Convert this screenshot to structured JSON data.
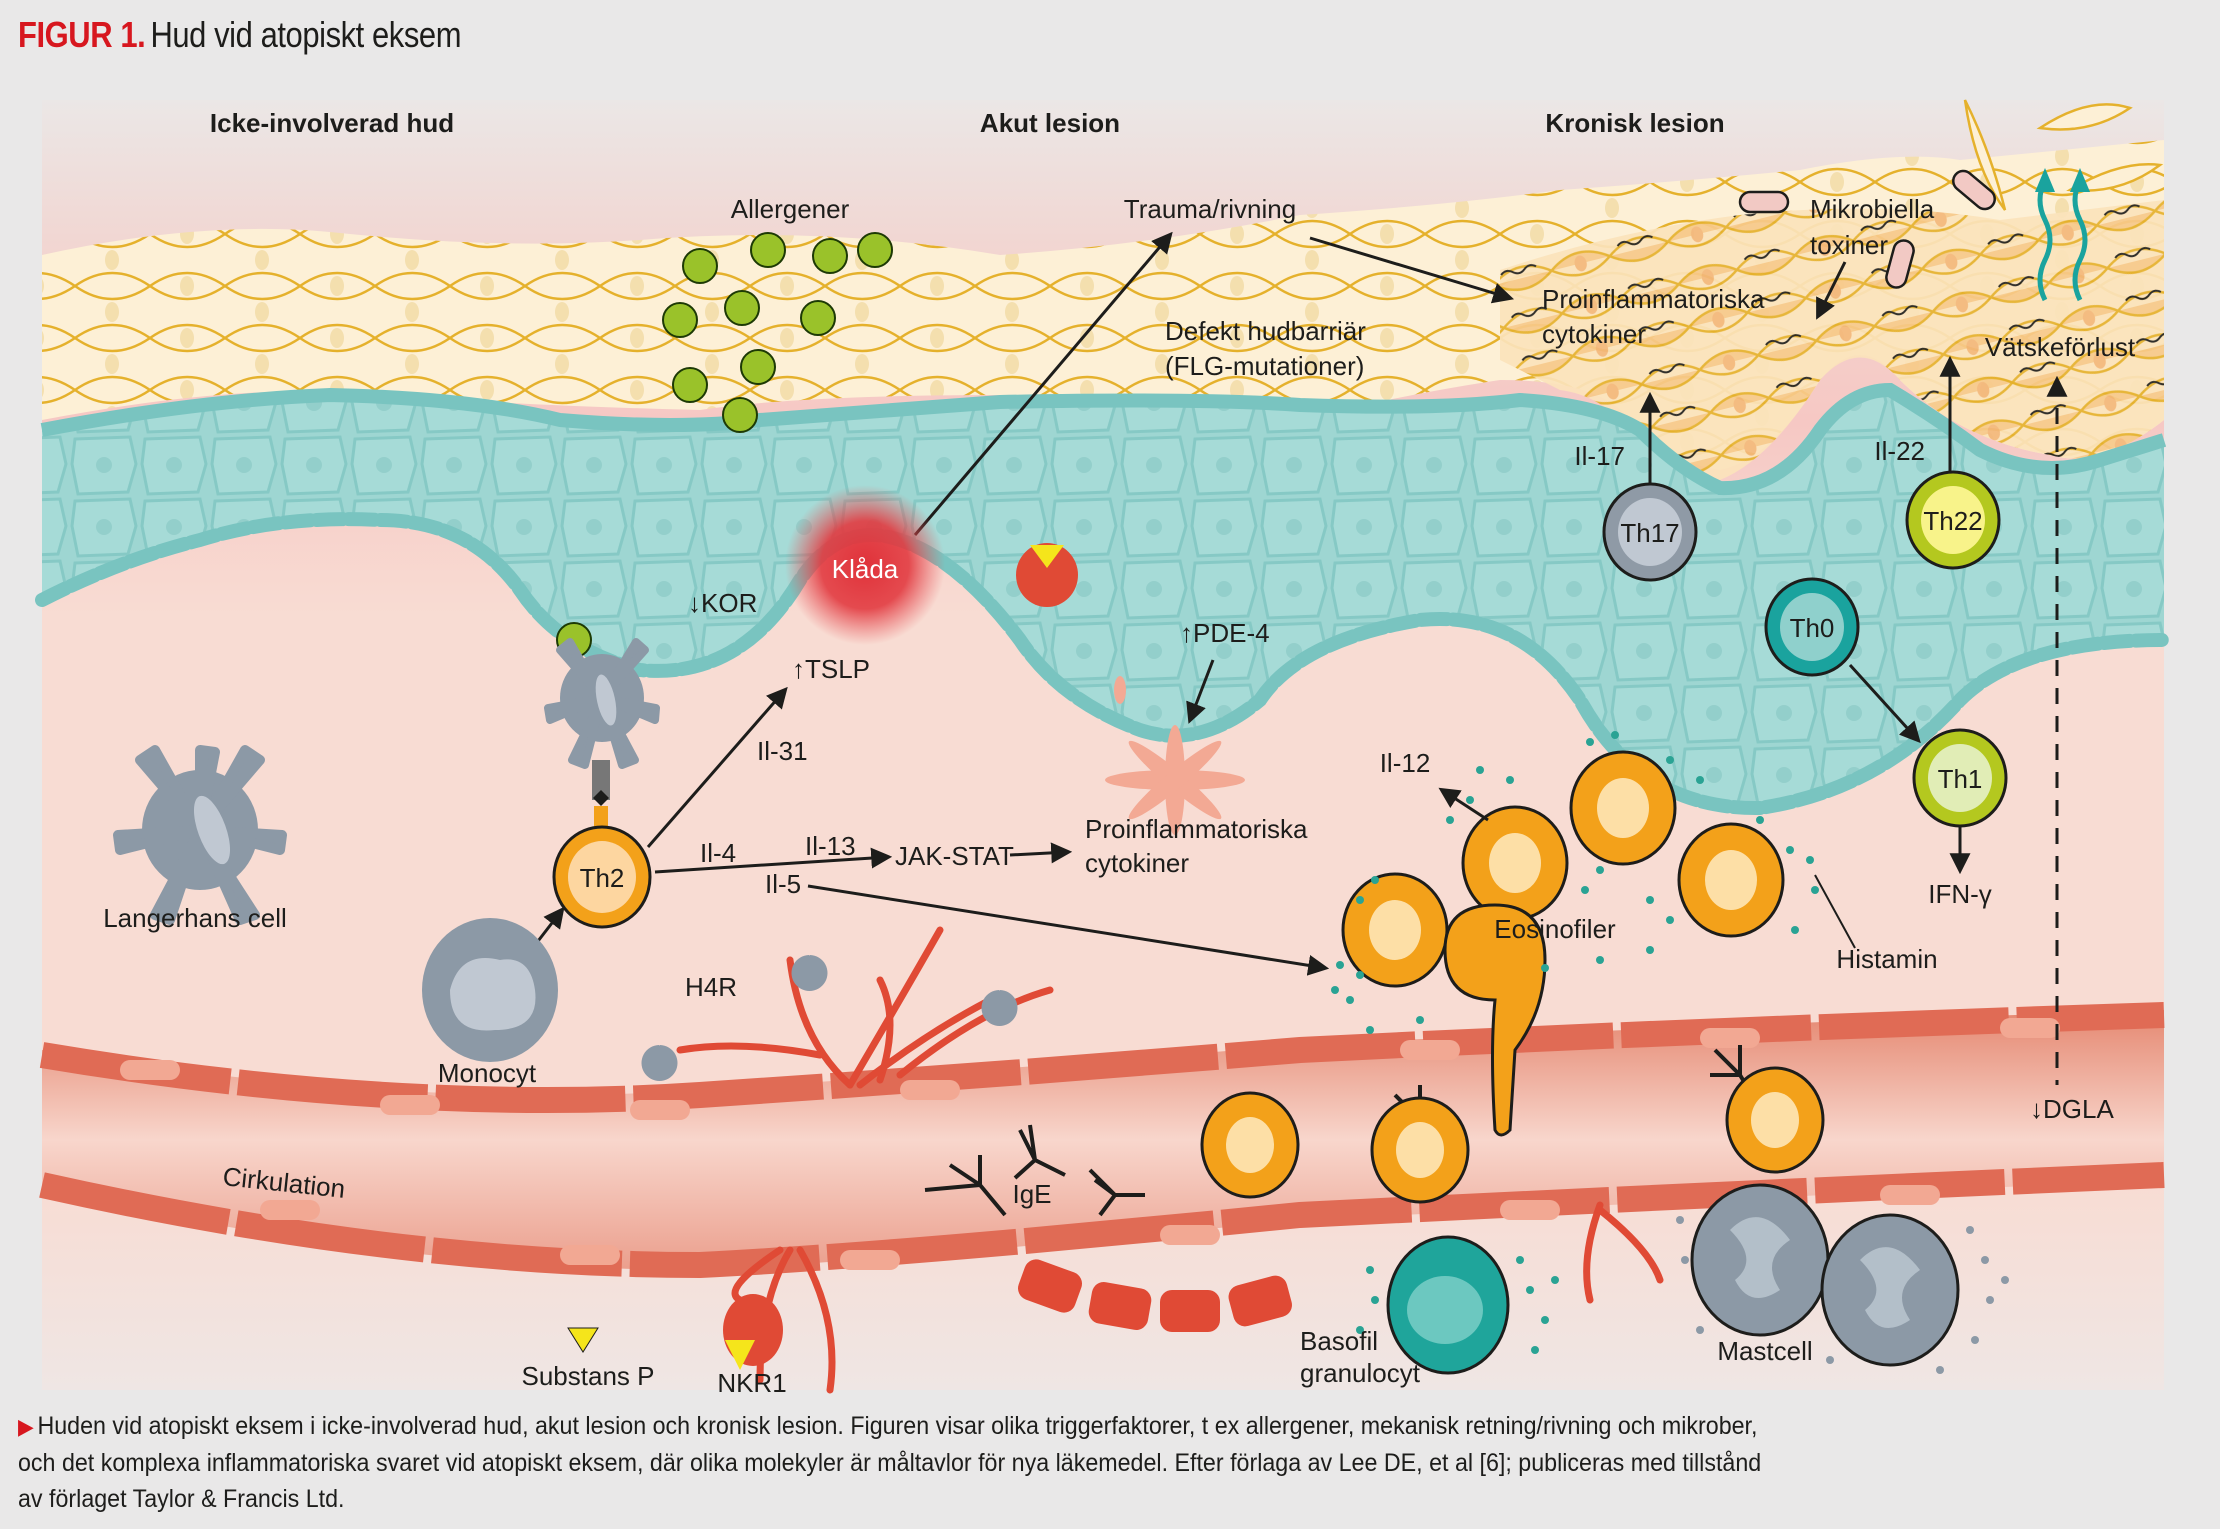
{
  "figure": {
    "label": "FIGUR 1.",
    "title": "Hud vid atopiskt eksem"
  },
  "sections": {
    "uninvolved": "Icke-involverad hud",
    "acute": "Akut lesion",
    "chronic": "Kronisk lesion"
  },
  "labels": {
    "allergens": "Allergener",
    "trauma": "Trauma/rivning",
    "defect_barrier_line1": "Defekt hudbarriär",
    "defect_barrier_line2": "(FLG-mutationer)",
    "microbial_line1": "Mikrobiella",
    "microbial_line2": "toxiner",
    "proinfl_top_line1": "Proinflammatoriska",
    "proinfl_top_line2": "cytokiner",
    "fluid_loss": "Vätskeförlust",
    "il17": "Il-17",
    "il22": "Il-22",
    "itch": "Klåda",
    "kor": "↓KOR",
    "tslp": "↑TSLP",
    "pde4": "↑PDE-4",
    "il31": "Il-31",
    "il4": "Il-4",
    "il13": "Il-13",
    "il5": "Il-5",
    "jak_stat": "JAK-STAT",
    "proinfl_mid_line1": "Proinflammatoriska",
    "proinfl_mid_line2": "cytokiner",
    "il12": "Il-12",
    "eosinophils": "Eosinofiler",
    "histamine": "Histamin",
    "ifn_gamma": "IFN-γ",
    "langerhans": "Langerhans cell",
    "monocyte": "Monocyt",
    "h4r": "H4R",
    "circulation": "Cirkulation",
    "ige": "IgE",
    "dgla": "↓DGLA",
    "substance_p": "Substans P",
    "nkr1": "NKR1",
    "basophil_line1": "Basofil",
    "basophil_line2": "granulocyt",
    "mast_cell": "Mastcell"
  },
  "cells": {
    "th2": "Th2",
    "th17": "Th17",
    "th22": "Th22",
    "th0": "Th0",
    "th1": "Th1"
  },
  "caption": {
    "line1": "Huden vid atopiskt eksem i icke-involverad hud, akut lesion och kronisk lesion. Figuren visar olika triggerfaktorer, t ex allergener, mekanisk retning/rivning och mikrober,",
    "line2": "och det komplexa inflammatoriska svaret vid atopiskt eksem, där olika molekyler är måltavlor för nya läkemedel. Efter förlaga av Lee DE, et al [6]; publiceras med tillstånd",
    "line3": "av förlaget Taylor & Francis Ltd."
  },
  "colors": {
    "accent_red": "#d7171f",
    "background": "#e9e8e8",
    "dermis": "#f8dcd3",
    "epidermis": "#9ed6d2",
    "stratum_corneum": "#fdf0d6",
    "cell_outline": "#e5b12c",
    "vessel": "#e06b55",
    "eosinophil": "#f3a11a",
    "th22_ring": "#b4c81f",
    "th0_ring": "#1aa39e",
    "th17_ring": "#8f9aa6",
    "basophil": "#1fa59b",
    "mastcell": "#8c99a6"
  }
}
